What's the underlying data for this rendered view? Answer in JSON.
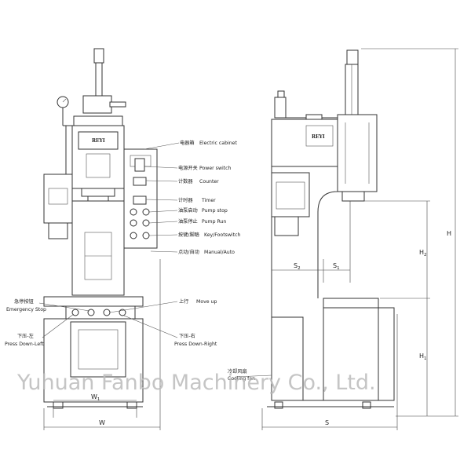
{
  "labels": {
    "electric_cabinet": {
      "cn": "电器箱",
      "en": "Electric cabinet"
    },
    "power_switch": {
      "cn": "电源开关",
      "en": "Power switch"
    },
    "counter": {
      "cn": "计数器",
      "en": "Counter"
    },
    "timer": {
      "cn": "计时器",
      "en": "Timer"
    },
    "pump_stop": {
      "cn": "油泵启动",
      "en": "Pump stop"
    },
    "pump_run": {
      "cn": "油泵停止",
      "en": "Pump Run"
    },
    "key_footswitch": {
      "cn": "按键/脚踏",
      "en": "Key/Footswitch"
    },
    "manual_auto": {
      "cn": "点动/自动",
      "en": "Manual/Auto"
    },
    "emergency_stop": {
      "cn": "急停按钮",
      "en": "Emergency Stop"
    },
    "move_up": {
      "cn": "上行",
      "en": "Move up"
    },
    "press_down_left": {
      "cn": "下压-左",
      "en": "Press Down-Left"
    },
    "press_down_right": {
      "cn": "下压-右",
      "en": "Press Down-Right"
    },
    "cooling_fan": {
      "cn": "冷却风扇",
      "en": "Cooling fan"
    }
  },
  "dimensions": {
    "w": {
      "main": "W",
      "sub": ""
    },
    "w1": {
      "main": "W",
      "sub": "1"
    },
    "s": {
      "main": "S",
      "sub": ""
    },
    "s1": {
      "main": "S",
      "sub": "1"
    },
    "s2": {
      "main": "S",
      "sub": "2"
    },
    "h": {
      "main": "H",
      "sub": ""
    },
    "h1": {
      "main": "H",
      "sub": "1"
    },
    "h2": {
      "main": "H",
      "sub": "2"
    }
  },
  "logo_text": "REYI",
  "watermark": "Yuhuan Fanbo Machinery Co., Ltd.",
  "colors": {
    "line": "#333333",
    "watermark": "#bbbbbb",
    "background": "#ffffff"
  }
}
